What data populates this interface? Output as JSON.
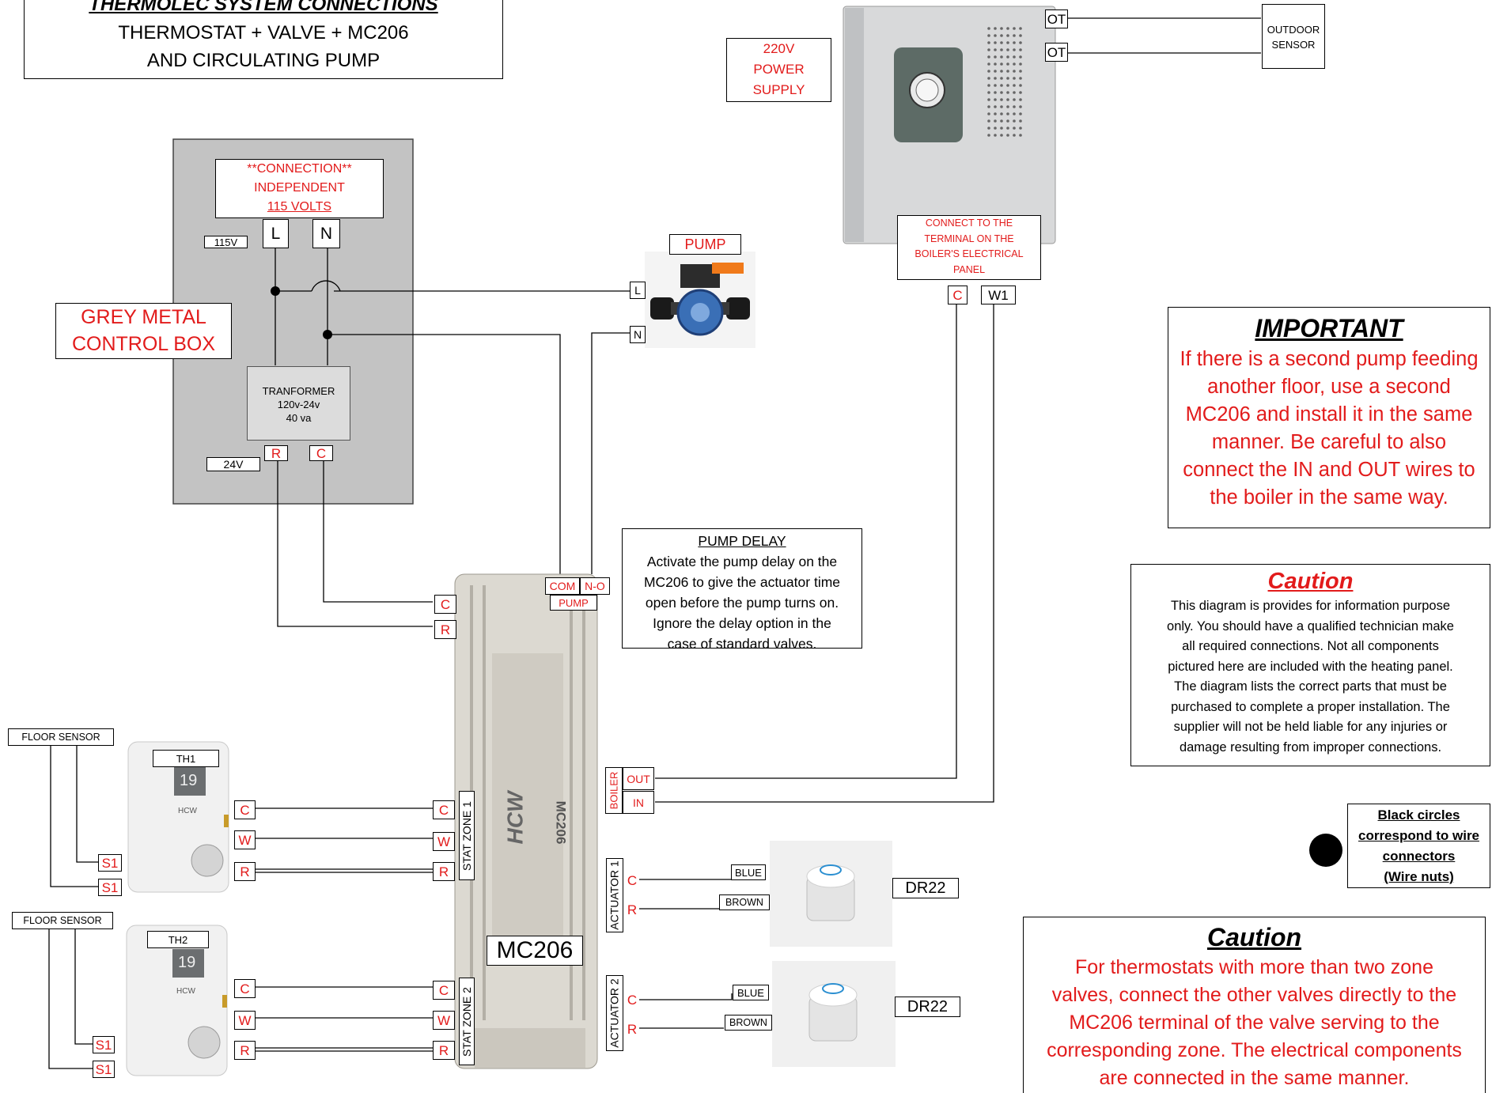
{
  "header": {
    "title": "THERMOLEC SYSTEM CONNECTIONS",
    "line1": "THERMOSTAT + VALVE + MC206",
    "line2": "AND CIRCULATING PUMP"
  },
  "control_box": {
    "connection_l1": "**CONNECTION**",
    "connection_l2": "INDEPENDENT",
    "connection_l3": "115 VOLTS",
    "l": "L",
    "n": "N",
    "v115": "115V",
    "v24": "24V",
    "label_l1": "GREY METAL",
    "label_l2": "CONTROL BOX",
    "transformer_l1": "TRANFORMER",
    "transformer_l2": "120v-24v",
    "transformer_l3": "40 va",
    "r": "R",
    "c": "C"
  },
  "power_supply": {
    "l1": "220V",
    "l2": "POWER",
    "l3": "SUPPLY"
  },
  "boiler": {
    "ot1": "OT",
    "ot2": "OT",
    "connect_l1": "CONNECT TO THE",
    "connect_l2": "TERMINAL ON THE",
    "connect_l3": "BOILER'S ELECTRICAL",
    "connect_l4": "PANEL",
    "c": "C",
    "w1": "W1"
  },
  "outdoor_sensor": {
    "l1": "OUTDOOR",
    "l2": "SENSOR"
  },
  "pump": {
    "label": "PUMP",
    "l": "L",
    "n": "N"
  },
  "pump_delay": {
    "title": "PUMP DELAY",
    "l1": "Activate the pump delay on the",
    "l2": "MC206 to give the actuator time",
    "l3": "open before the pump turns on.",
    "l4": "Ignore the delay option in the",
    "l5": "case of standard valves."
  },
  "mc206": {
    "label": "MC206",
    "brand": "HCW",
    "model": "MC206",
    "com": "COM",
    "no": "N-O",
    "pump": "PUMP",
    "c": "C",
    "r": "R",
    "boiler": "BOILER",
    "out": "OUT",
    "in": "IN",
    "stat_zone_1": "STAT ZONE 1",
    "stat_zone_2": "STAT ZONE 2",
    "actuator_1": "ACTUATOR 1",
    "actuator_2": "ACTUATOR 2",
    "z1": {
      "c": "C",
      "w": "W",
      "r": "R"
    },
    "z2": {
      "c": "C",
      "w": "W",
      "r": "R"
    },
    "a1": {
      "c": "C",
      "r": "R"
    },
    "a2": {
      "c": "C",
      "r": "R"
    }
  },
  "thermostat1": {
    "floor_sensor": "FLOOR SENSOR",
    "name": "TH1",
    "c": "C",
    "w": "W",
    "r": "R",
    "s1a": "S1",
    "s1b": "S1",
    "display": "19",
    "brand": "HCW"
  },
  "thermostat2": {
    "floor_sensor": "FLOOR SENSOR",
    "name": "TH2",
    "c": "C",
    "w": "W",
    "r": "R",
    "s1a": "S1",
    "s1b": "S1",
    "display": "19",
    "brand": "HCW"
  },
  "actuator1": {
    "blue": "BLUE",
    "brown": "BROWN",
    "name": "DR22"
  },
  "actuator2": {
    "blue": "BLUE",
    "brown": "BROWN",
    "name": "DR22"
  },
  "important": {
    "title": "IMPORTANT",
    "l1": "If there is a second pump feeding",
    "l2": "another floor, use a second",
    "l3": "MC206 and install it in the same",
    "l4": "manner. Be careful to also",
    "l5": "connect the IN and OUT wires to",
    "l6": "the boiler in the same way."
  },
  "caution1": {
    "title": "Caution",
    "l1": "This diagram is provides for information purpose",
    "l2": "only. You should have a qualified technician make",
    "l3": "all required connections. Not all components",
    "l4": "pictured here are included with the heating panel.",
    "l5": "The diagram lists the correct parts that must be",
    "l6": "purchased to complete a proper installation. The",
    "l7": "supplier will not be held liable for any injuries or",
    "l8": "damage resulting from improper connections."
  },
  "legend": {
    "l1": "Black circles",
    "l2": "correspond to wire",
    "l3": "connectors",
    "l4": "(Wire nuts)"
  },
  "caution2": {
    "title": "Caution",
    "l1": "For thermostats with more than two zone",
    "l2": "valves, connect the other valves directly to the",
    "l3": "MC206 terminal of the valve serving to the",
    "l4": "corresponding zone. The electrical components",
    "l5": "are connected in the same manner."
  },
  "colors": {
    "red": "#e21b1b",
    "grey_box": "#c3c3c3",
    "mc206_body": "#dcd9d1"
  }
}
